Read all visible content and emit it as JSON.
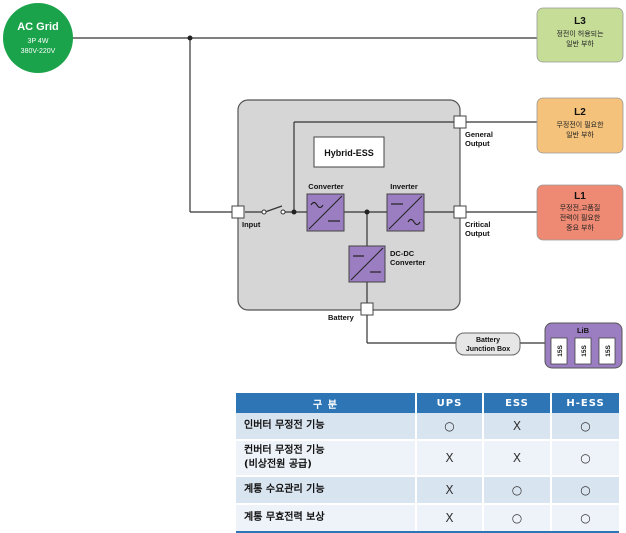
{
  "ac_grid": {
    "title": "AC Grid",
    "line1": "3P 4W",
    "line2": "380V-220V",
    "color": "#1aa34a"
  },
  "loads": [
    {
      "id": "L3",
      "title": "L3",
      "desc1": "정전이 허용되는",
      "desc2": "일반 부하",
      "desc3": "",
      "color": "#c6dd98"
    },
    {
      "id": "L2",
      "title": "L2",
      "desc1": "무정전이 필요한",
      "desc2": "일반 부하",
      "desc3": "",
      "color": "#f4c27a"
    },
    {
      "id": "L1",
      "title": "L1",
      "desc1": "무정전,고품질",
      "desc2": "전력이 필요한",
      "desc3": "중요 부하",
      "color": "#ee8a73"
    }
  ],
  "ess": {
    "title": "Hybrid-ESS",
    "converter": "Converter",
    "inverter": "Inverter",
    "dcdc_line1": "DC-DC",
    "dcdc_line2": "Converter",
    "input": "Input",
    "general_line1": "General",
    "general_line2": "Output",
    "critical_line1": "Critical",
    "critical_line2": "Output",
    "battery": "Battery"
  },
  "junction": {
    "line1": "Battery",
    "line2": "Junction Box"
  },
  "lib": {
    "title": "LiB",
    "cells": [
      "15S",
      "15S",
      "15S"
    ]
  },
  "table": {
    "headers": [
      "구   분",
      "UPS",
      "ESS",
      "H-ESS"
    ],
    "rows": [
      {
        "label1": "인버터 무정전 기능",
        "label2": "",
        "ups": "○",
        "ess": "X",
        "hess": "○"
      },
      {
        "label1": "컨버터 무정전 기능",
        "label2": "(비상전원 공급)",
        "ups": "X",
        "ess": "X",
        "hess": "○"
      },
      {
        "label1": "계통 수요관리 기능",
        "label2": "",
        "ups": "X",
        "ess": "○",
        "hess": "○"
      },
      {
        "label1": "계통 무효전력 보상",
        "label2": "",
        "ups": "X",
        "ess": "○",
        "hess": "○"
      }
    ]
  }
}
